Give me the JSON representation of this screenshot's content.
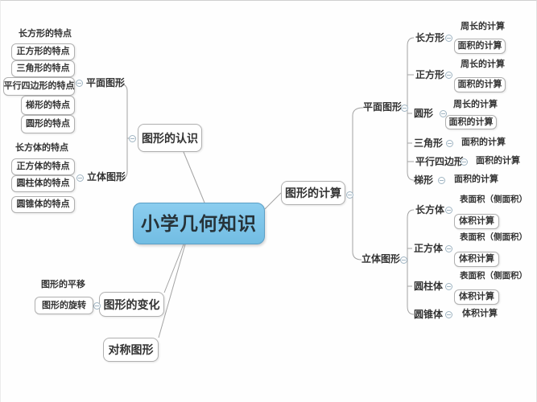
{
  "root": {
    "label": "小学几何知识"
  },
  "recognition": {
    "label": "图形的认识",
    "plane": {
      "label": "平面图形",
      "items": [
        "长方形的特点",
        "正方形的特点",
        "三角形的特点",
        "平行四边形的特点",
        "梯形的特点",
        "圆形的特点"
      ]
    },
    "solid": {
      "label": "立体图形",
      "items": [
        "长方体的特点",
        "正方体的特点",
        "圆柱体的特点",
        "圆锥体的特点"
      ]
    }
  },
  "calculation": {
    "label": "图形的计算",
    "plane": {
      "label": "平面图形",
      "shapes": [
        {
          "label": "长方形",
          "children": [
            "周长的计算",
            "面积的计算"
          ]
        },
        {
          "label": "正方形",
          "children": [
            "周长的计算",
            "面积的计算"
          ]
        },
        {
          "label": "圆形",
          "children": [
            "周长的计算",
            "面积的计算"
          ]
        },
        {
          "label": "三角形",
          "children": [
            "面积的计算"
          ]
        },
        {
          "label": "平行四边形",
          "children": [
            "面积的计算"
          ]
        },
        {
          "label": "梯形",
          "children": [
            "面积的计算"
          ]
        }
      ]
    },
    "solid": {
      "label": "立体图形",
      "shapes": [
        {
          "label": "长方体",
          "children": [
            "表面积（侧面积）",
            "体积计算"
          ]
        },
        {
          "label": "正方体",
          "children": [
            "表面积（侧面积）",
            "体积计算"
          ]
        },
        {
          "label": "圆柱体",
          "children": [
            "表面积（侧面积）",
            "体积计算"
          ]
        },
        {
          "label": "圆锥体",
          "children": [
            "体积计算"
          ]
        }
      ]
    }
  },
  "transformation": {
    "label": "图形的变化",
    "items": [
      "图形的平移",
      "图形的旋转"
    ]
  },
  "symmetry": {
    "label": "对称图形"
  },
  "colors": {
    "center_bg": "#7ec5e9",
    "center_border": "#5b9fc6",
    "box_border": "#b0b0b0",
    "line": "#a3a3a3",
    "text": "#333333"
  }
}
